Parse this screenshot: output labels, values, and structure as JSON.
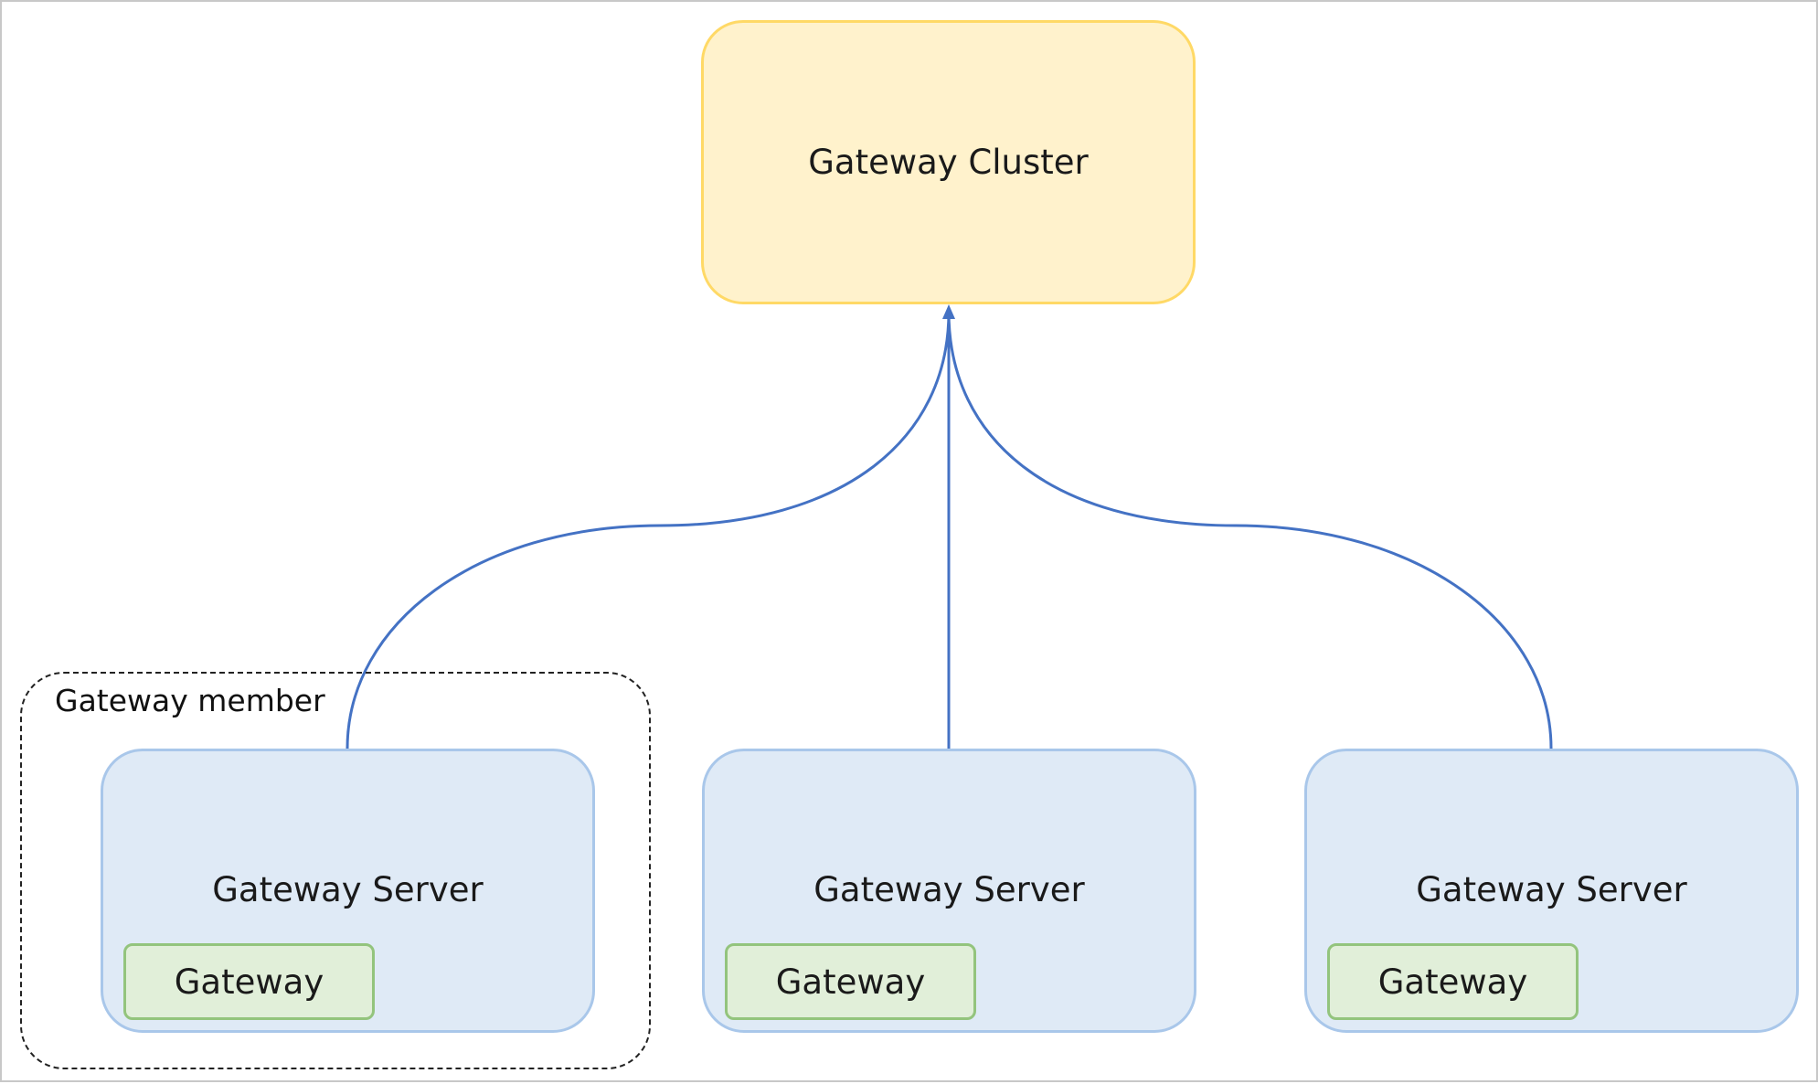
{
  "nodes": {
    "cluster": {
      "label": "Gateway Cluster"
    },
    "member_group": {
      "label": "Gateway member"
    },
    "servers": [
      {
        "label": "Gateway Server",
        "component": "Gateway"
      },
      {
        "label": "Gateway Server",
        "component": "Gateway"
      },
      {
        "label": "Gateway Server",
        "component": "Gateway"
      }
    ]
  },
  "edges": [
    {
      "from": "servers.0",
      "to": "cluster"
    },
    {
      "from": "servers.1",
      "to": "cluster"
    },
    {
      "from": "servers.2",
      "to": "cluster"
    }
  ],
  "colors": {
    "cluster_fill": "#fff2cc",
    "cluster_border": "#ffd966",
    "server_fill": "#dfeaf6",
    "server_border": "#a9c7ea",
    "gateway_fill": "#e1efd9",
    "gateway_border": "#93c47d",
    "edge": "#4472c4"
  }
}
